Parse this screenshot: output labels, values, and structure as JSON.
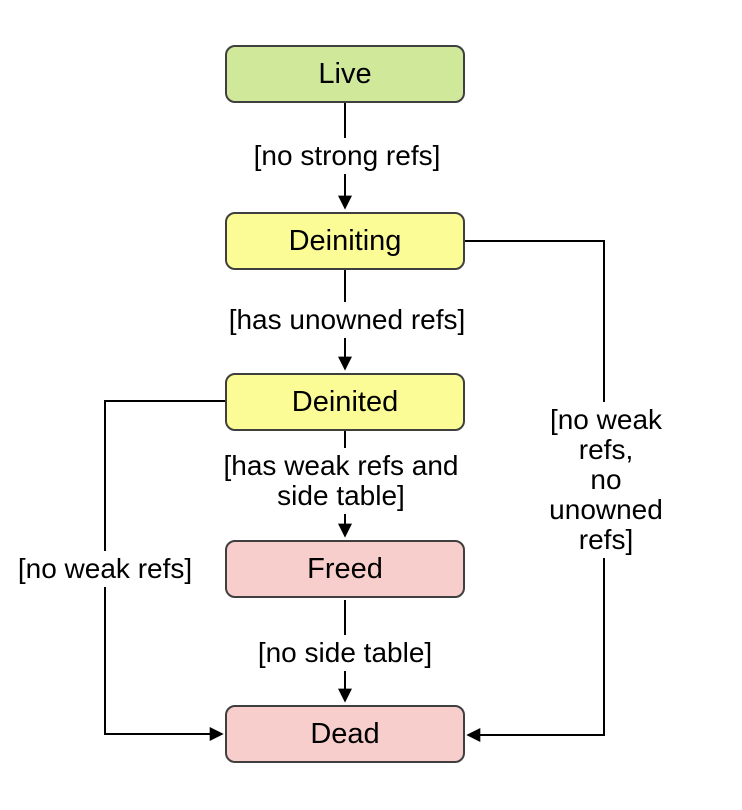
{
  "diagram": {
    "type": "state-diagram",
    "background": "#ffffff",
    "colors": {
      "live_fill": "#d0e89a",
      "deiniting_fill": "#fcfc97",
      "deinited_fill": "#fcfc97",
      "freed_fill": "#f8cecc",
      "dead_fill": "#f8cecc",
      "node_border": "#3f3f3f",
      "edge_line": "#000000",
      "text": "#000000"
    },
    "nodes": [
      {
        "id": "live",
        "label": "Live",
        "fill": "#d0e89a"
      },
      {
        "id": "deiniting",
        "label": "Deiniting",
        "fill": "#fcfc97"
      },
      {
        "id": "deinited",
        "label": "Deinited",
        "fill": "#fcfc97"
      },
      {
        "id": "freed",
        "label": "Freed",
        "fill": "#f8cecc"
      },
      {
        "id": "dead",
        "label": "Dead",
        "fill": "#f8cecc"
      }
    ],
    "edges": [
      {
        "from": "Live",
        "to": "Deiniting",
        "label": "[no strong refs]"
      },
      {
        "from": "Deiniting",
        "to": "Deinited",
        "label": "[has unowned refs]"
      },
      {
        "from": "Deinited",
        "to": "Freed",
        "label": "[has weak refs and\nside table]"
      },
      {
        "from": "Freed",
        "to": "Dead",
        "label": "[no side table]"
      },
      {
        "from": "Deinited",
        "to": "Dead",
        "label": "[no weak refs]"
      },
      {
        "from": "Deiniting",
        "to": "Dead",
        "label": "[no weak refs,\nno unowned refs]"
      }
    ]
  }
}
